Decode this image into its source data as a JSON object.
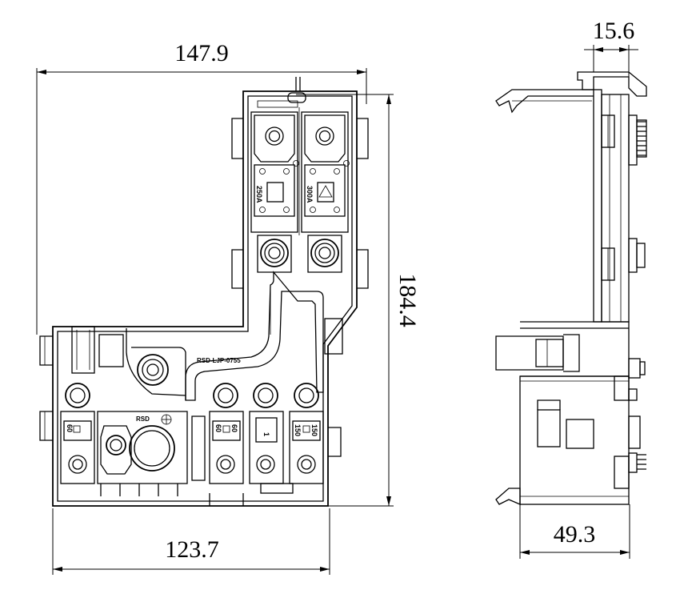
{
  "dimensions": {
    "overall_width": "147.9",
    "overall_height": "184.4",
    "base_width": "123.7",
    "side_top_width": "15.6",
    "side_depth": "49.3"
  },
  "labels": {
    "part_number": "RSD-LJP-0755",
    "rsd_marking": "RSD",
    "fuse_top_left": "250A",
    "fuse_top_right": "300A",
    "fuse_bottom_1": "60",
    "fuse_bottom_1b": "60",
    "fuse_bottom_3": "150",
    "fuse_bottom_3b": "150",
    "fuse_bottom_2": "1"
  }
}
